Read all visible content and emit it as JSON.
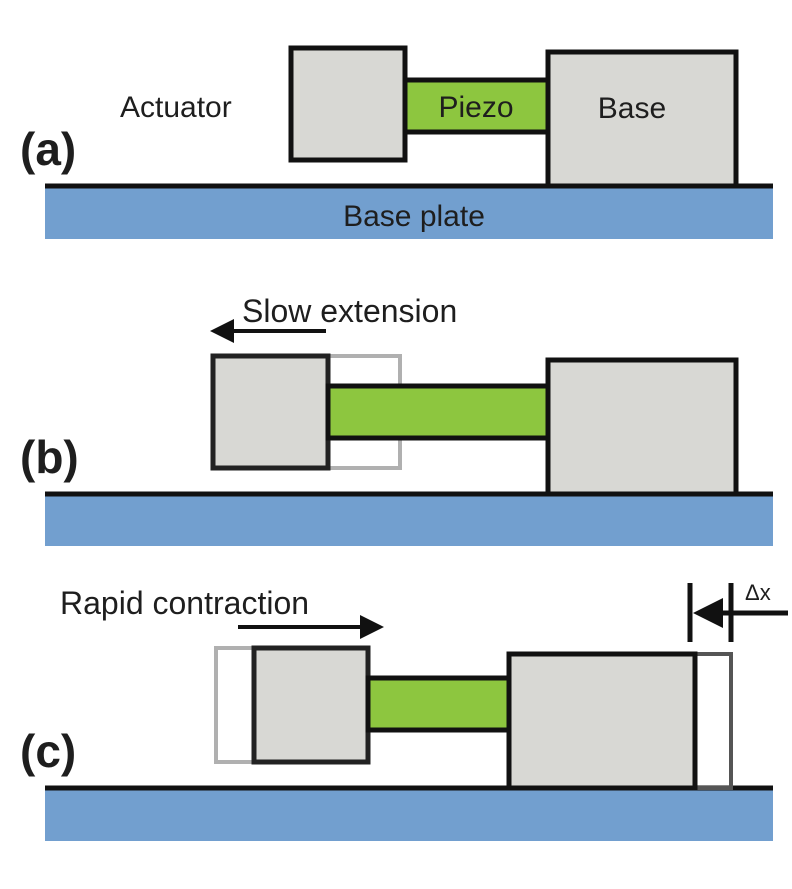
{
  "colors": {
    "plate": "#729fcf",
    "block": "#d8d8d4",
    "piezo": "#8dc63f",
    "outline": "#111111",
    "ghost_light": "#b0b0b0",
    "ghost_dark": "#555555"
  },
  "panels": [
    {
      "label": "(a)",
      "actuator_label": "Actuator",
      "piezo_label": "Piezo",
      "base_label": "Base",
      "plate_label": "Base plate"
    },
    {
      "label": "(b)",
      "motion_label": "Slow extension",
      "motion_direction": "left"
    },
    {
      "label": "(c)",
      "motion_label": "Rapid contraction",
      "motion_direction": "right",
      "displacement_label": "Δx"
    }
  ]
}
